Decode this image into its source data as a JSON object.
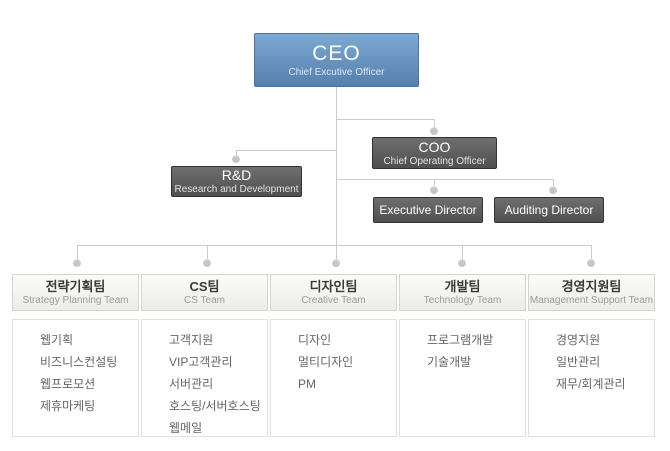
{
  "chart": {
    "ceo": {
      "title": "CEO",
      "subtitle": "Chief Excutive Officer"
    },
    "coo": {
      "title": "COO",
      "subtitle": "Chief Operating Officer"
    },
    "rnd": {
      "title": "R&D",
      "subtitle": "Research and Development"
    },
    "executive_director": "Executive Director",
    "auditing_director": "Auditing Director",
    "teams": [
      {
        "kr": "전략기획팀",
        "en": "Strategy Planning Team",
        "items": [
          "웹기획",
          "비즈니스컨설팅",
          "웹프로모션",
          "제휴마케팅"
        ]
      },
      {
        "kr": "CS팀",
        "en": "CS Team",
        "items": [
          "고객지원",
          "VIP고객관리",
          "서버관리",
          "호스팅/서버호스팅",
          "웹메일"
        ]
      },
      {
        "kr": "디자인팀",
        "en": "Creative Team",
        "items": [
          "디자인",
          "멀티디자인",
          "PM"
        ]
      },
      {
        "kr": "개발팀",
        "en": "Technology Team",
        "items": [
          "프로그램개발",
          "기술개발"
        ]
      },
      {
        "kr": "경영지원팀",
        "en": "Management Support Team",
        "items": [
          "경영지원",
          "일반관리",
          "재무/회계관리"
        ]
      }
    ]
  },
  "colors": {
    "ceo_top": "#7ea9d2",
    "ceo_bottom": "#5580ae",
    "ceo_border": "#49759f",
    "dark_top": "#6f6f6f",
    "dark_bottom": "#4f4f4f",
    "dark_border": "#323232",
    "header_bg": "#f4f4f0",
    "header_border": "#d4d4ce",
    "line": "#cccccc",
    "dot": "#c6c6c6",
    "text_dark": "#3a3a3a",
    "text_muted": "#9c9c96",
    "text_item": "#666666"
  }
}
